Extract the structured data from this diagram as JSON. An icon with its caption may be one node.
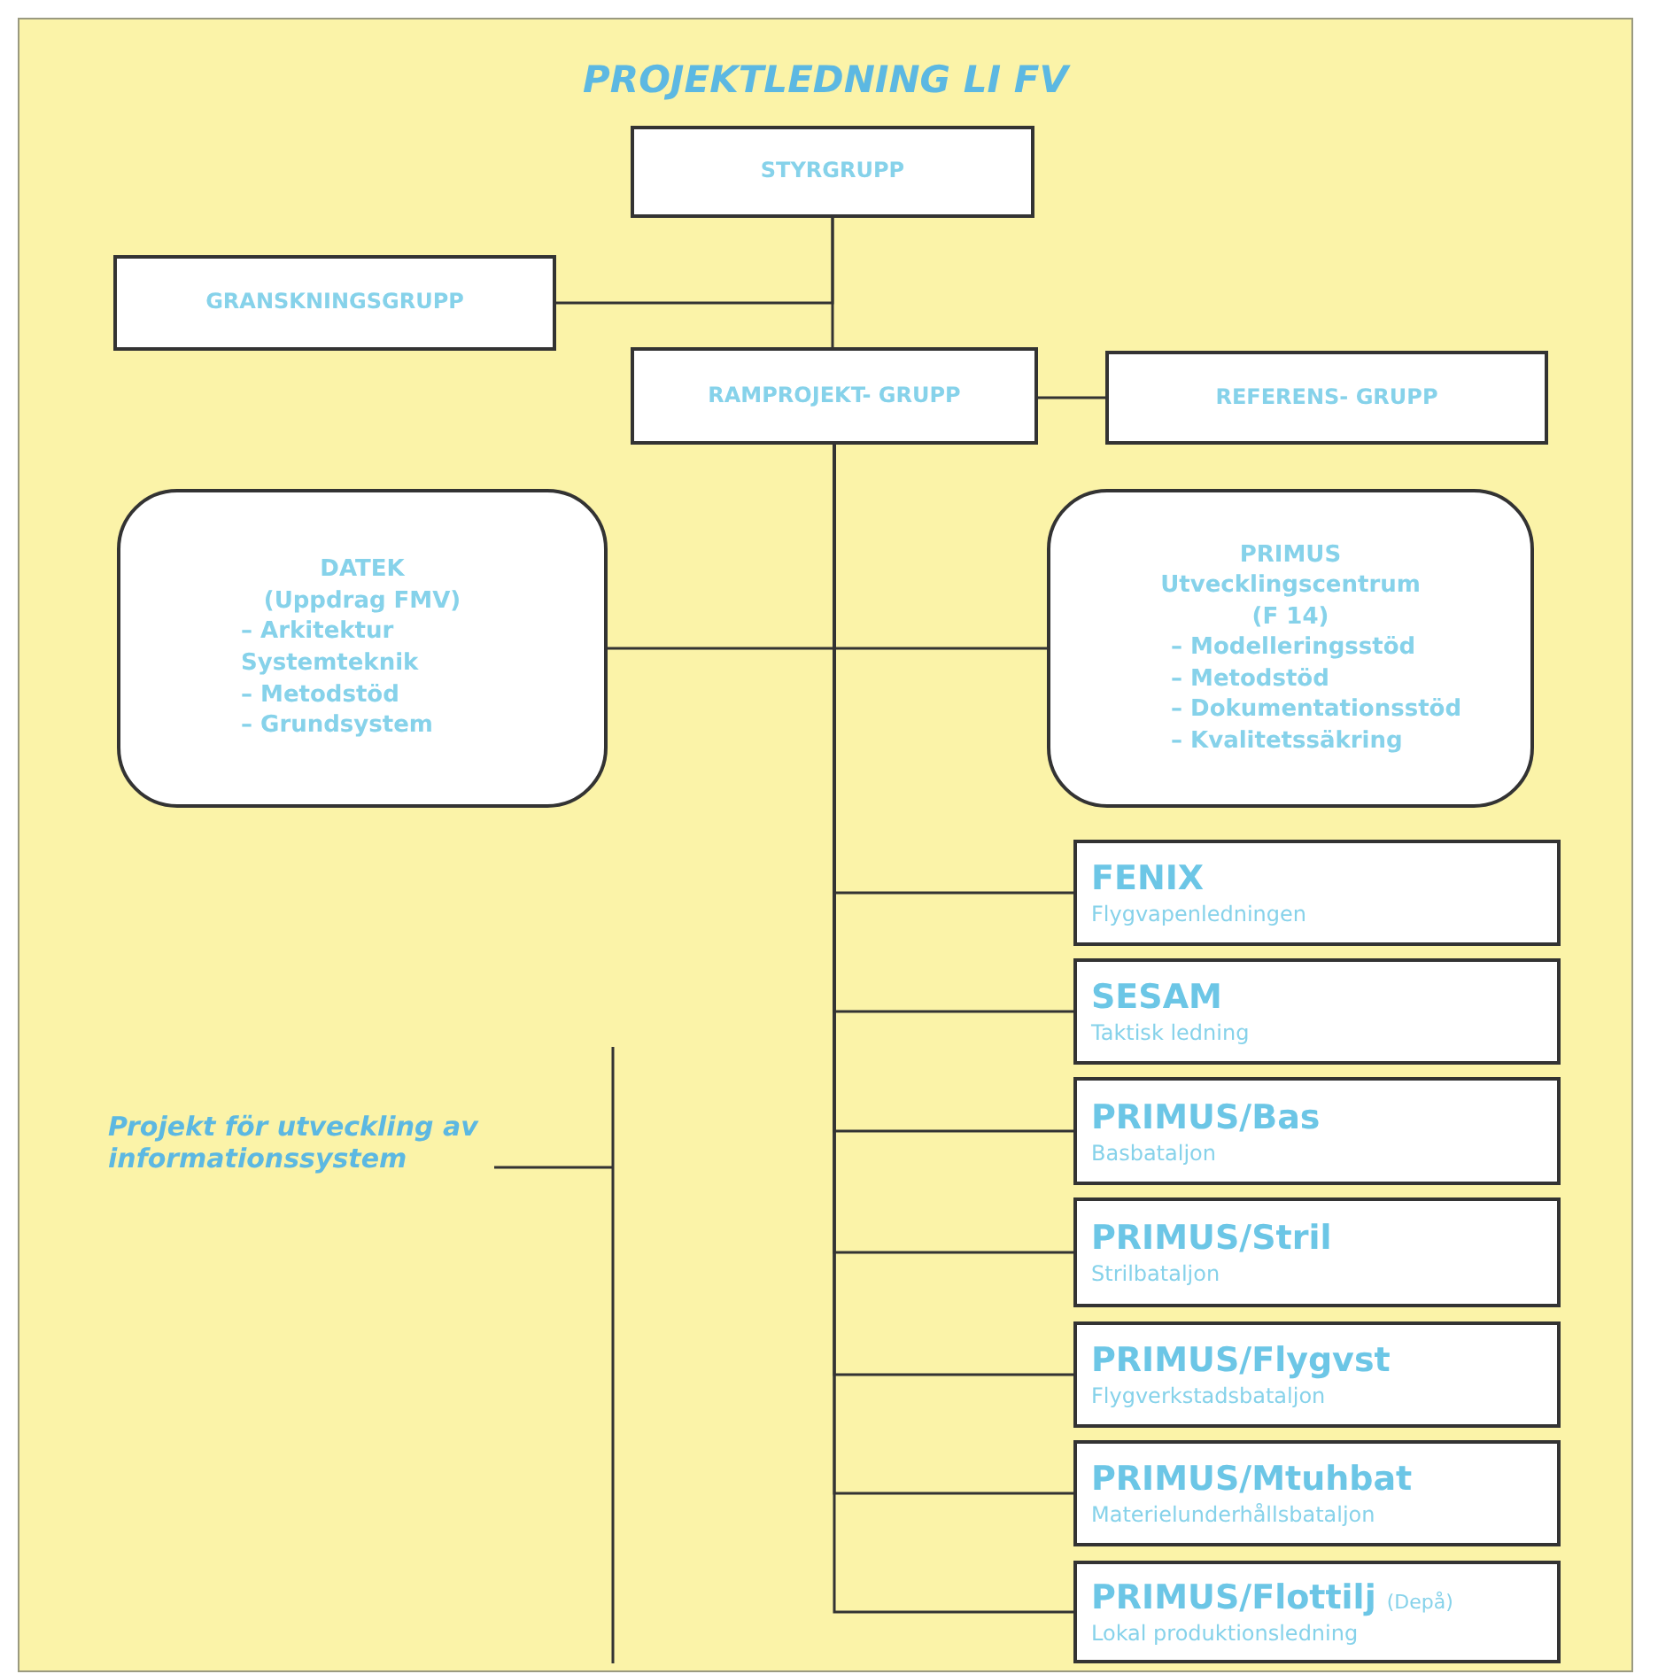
{
  "diagram": {
    "title": "PROJEKTLEDNING LI FV",
    "nodes": [
      {
        "text": [
          "STYRGRUPP"
        ]
      },
      {
        "text": [
          "GRANSKNINGSGRUPP"
        ]
      },
      {
        "text": [
          "RAMPROJEKT- GRUPP"
        ]
      },
      {
        "text": [
          "REFERENS- GRUPP"
        ]
      },
      {
        "text": [
          "DATEK",
          "(Uppdrag FMV)",
          "– Arkitektur",
          "Systemteknik",
          "– Metodstöd",
          "– Grundsystem"
        ]
      },
      {
        "text": [
          "PRIMUS",
          "Utvecklingscentrum",
          "(F 14)",
          "– Modelleringsstöd",
          "– Metodstöd",
          "– Dokumentationsstöd",
          "– Kvalitetssäkring"
        ]
      },
      {
        "text": [
          "FENIX",
          "Flygvapenledningen"
        ]
      },
      {
        "text": [
          "SESAM",
          "Taktisk ledning"
        ]
      },
      {
        "text": [
          "PRIMUS/Bas",
          "Basbataljon"
        ]
      },
      {
        "text": [
          "PRIMUS/Stril",
          "Strilbataljon"
        ]
      },
      {
        "text": [
          "PRIMUS/Flygvst",
          "Flygverkstadsbataljon"
        ]
      },
      {
        "text": [
          "PRIMUS/Mtuhbat",
          "Materielunderhållsbataljon"
        ]
      },
      {
        "text": [
          "PRIMUS/Flottilj",
          "(Depå)",
          "Lokal produktionsledning"
        ]
      }
    ],
    "edges": [
      {
        "from": 0,
        "to": 2,
        "arrow": "none"
      },
      {
        "from": 0,
        "to": 1,
        "arrow": "none"
      },
      {
        "from": 2,
        "to": 3,
        "arrow": "none"
      },
      {
        "from": 2,
        "to": 4,
        "arrow": "none"
      },
      {
        "from": 2,
        "to": 5,
        "arrow": "none"
      },
      {
        "from": 2,
        "to": 6,
        "arrow": "none"
      },
      {
        "from": 2,
        "to": 7,
        "arrow": "none"
      },
      {
        "from": 2,
        "to": 8,
        "arrow": "none"
      },
      {
        "from": 2,
        "to": 9,
        "arrow": "none"
      },
      {
        "from": 2,
        "to": 10,
        "arrow": "none"
      },
      {
        "from": 2,
        "to": 11,
        "arrow": "none"
      },
      {
        "from": 2,
        "to": 12,
        "arrow": "none"
      }
    ],
    "labels": [
      "Projekt för utveckling av informationssystem"
    ]
  }
}
